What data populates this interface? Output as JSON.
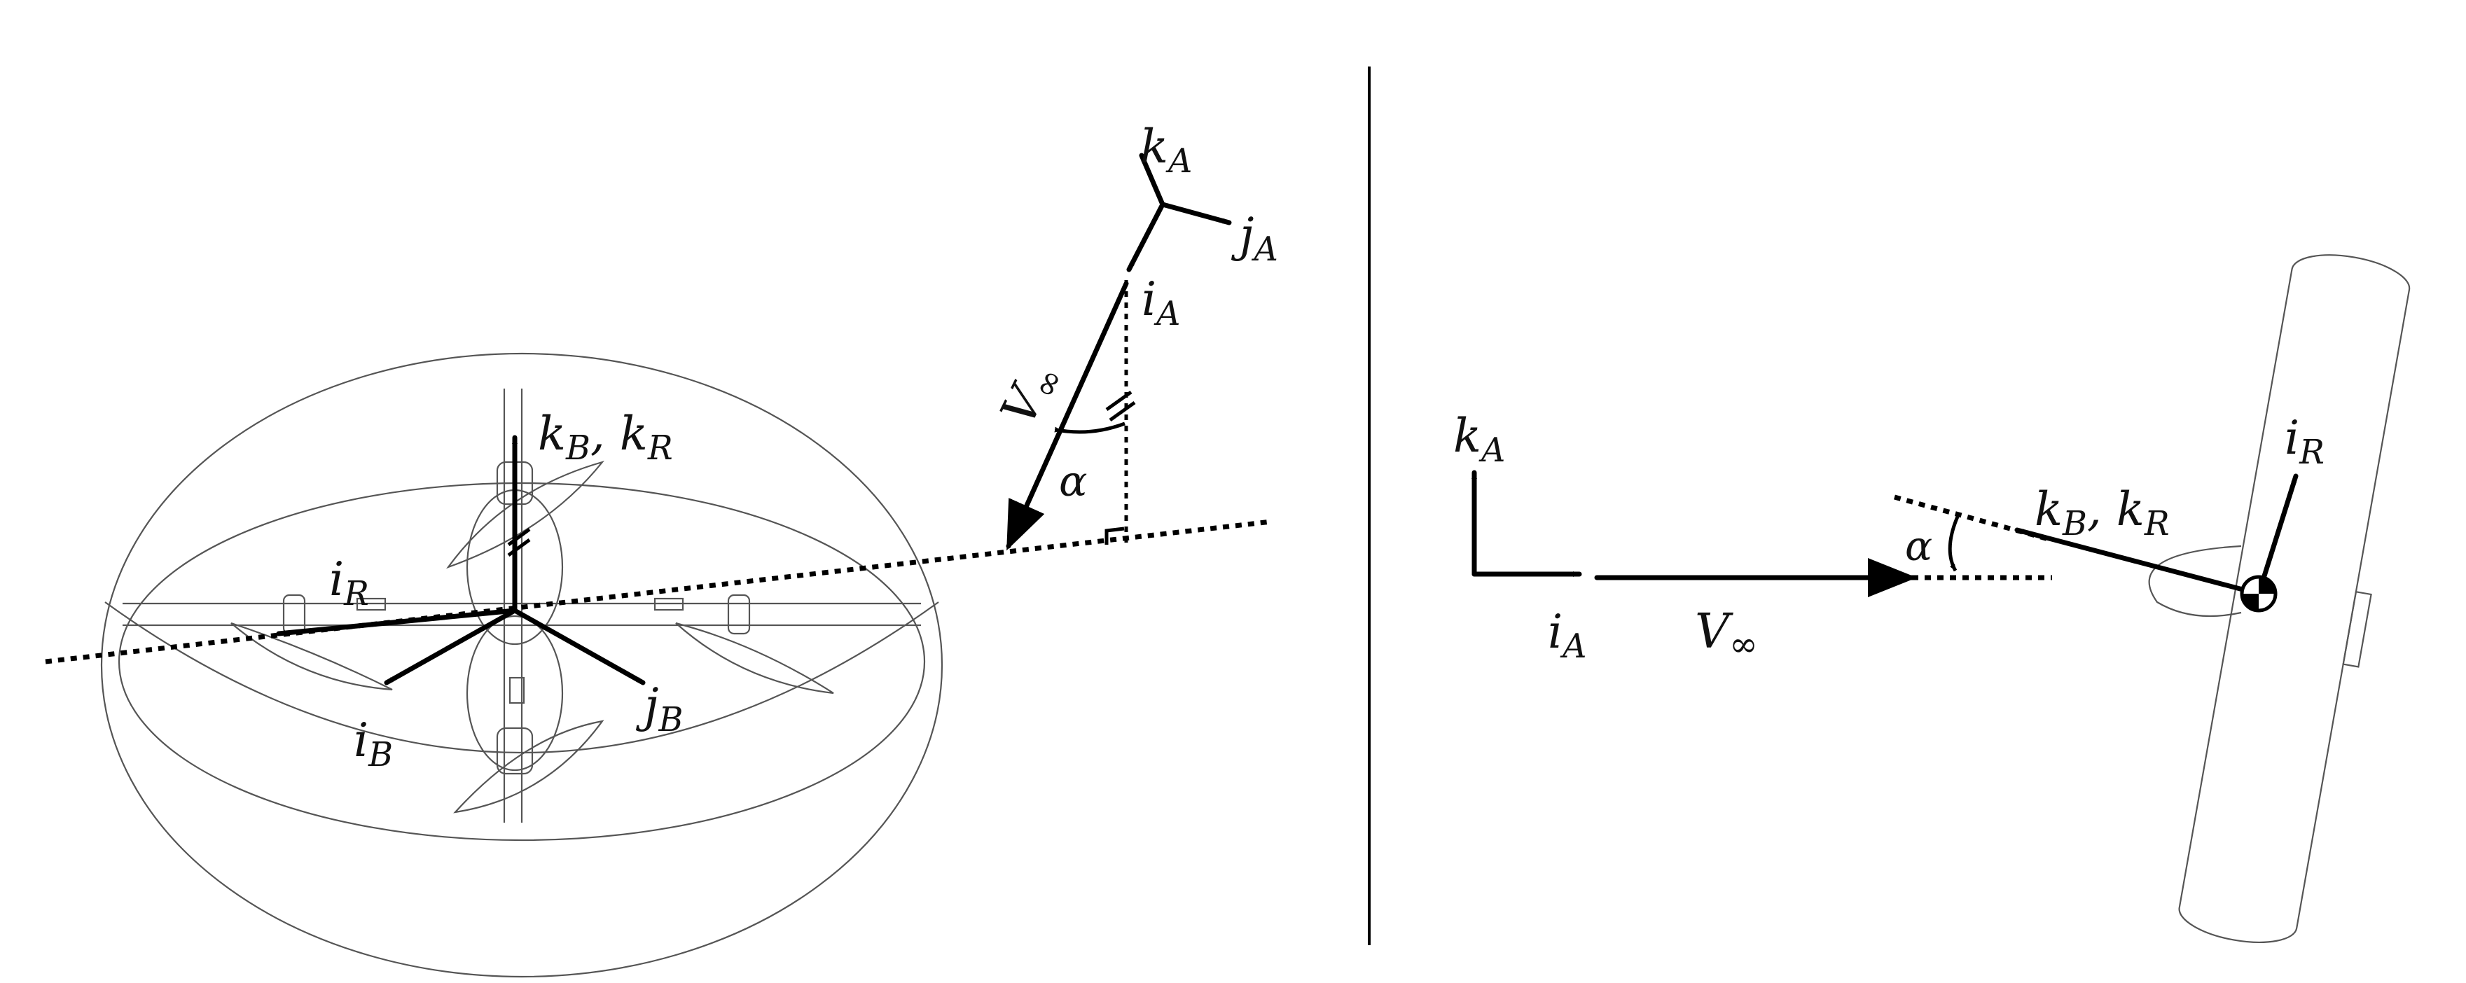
{
  "colors": {
    "ink": "#000000",
    "thin_line": "#555555",
    "background": "#ffffff"
  },
  "left_panel": {
    "frame_A": {
      "k": {
        "base": "k",
        "sub": "A"
      },
      "j": {
        "base": "j",
        "sub": "A"
      },
      "i": {
        "base": "i",
        "sub": "A"
      }
    },
    "velocity": {
      "base": "V",
      "sub": "∞"
    },
    "angle": "α",
    "body_axes": {
      "k": {
        "base1": "k",
        "sub1": "B",
        "sep": ", ",
        "base2": "k",
        "sub2": "R"
      },
      "iR": {
        "base": "i",
        "sub": "R"
      },
      "iB": {
        "base": "i",
        "sub": "B"
      },
      "jB": {
        "base": "j",
        "sub": "B"
      }
    }
  },
  "right_panel": {
    "kA": {
      "base": "k",
      "sub": "A"
    },
    "iA": {
      "base": "i",
      "sub": "A"
    },
    "velocity": {
      "base": "V",
      "sub": "∞"
    },
    "angle": "α",
    "kBkR": {
      "base1": "k",
      "sub1": "B",
      "sep": ", ",
      "base2": "k",
      "sub2": "R"
    },
    "iR": {
      "base": "i",
      "sub": "R"
    }
  }
}
